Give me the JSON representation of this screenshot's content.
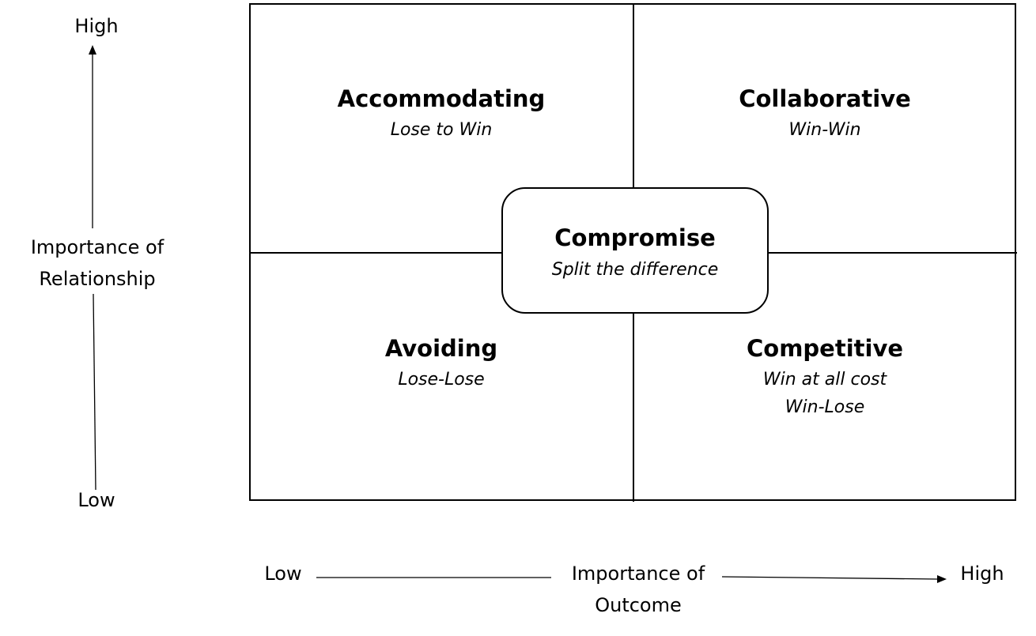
{
  "quadrants": {
    "top_left": {
      "title": "Accommodating",
      "subtitle": "Lose to Win"
    },
    "top_right": {
      "title": "Collaborative",
      "subtitle": "Win-Win"
    },
    "bottom_left": {
      "title": "Avoiding",
      "subtitle": "Lose-Lose"
    },
    "bottom_right": {
      "title": "Competitive",
      "subtitle_line1": "Win at all cost",
      "subtitle_line2": "Win-Lose"
    }
  },
  "center": {
    "title": "Compromise",
    "subtitle": "Split the difference"
  },
  "y_axis": {
    "high": "High",
    "low": "Low",
    "label_line1": "Importance of",
    "label_line2": "Relationship"
  },
  "x_axis": {
    "low": "Low",
    "high": "High",
    "label_line1": "Importance of",
    "label_line2": "Outcome"
  }
}
